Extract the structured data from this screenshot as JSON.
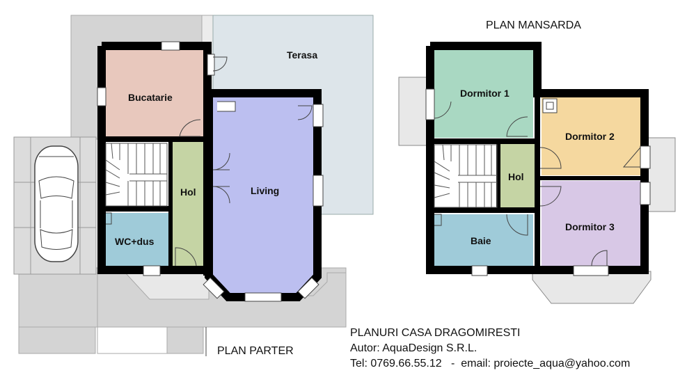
{
  "parter": {
    "title": "PLAN PARTER",
    "rooms": {
      "terasa": "Terasa",
      "bucatarie": "Bucatarie",
      "hol": "Hol",
      "living": "Living",
      "wc": "WC+dus"
    }
  },
  "mansarda": {
    "title": "PLAN MANSARDA",
    "rooms": {
      "dormitor1": "Dormitor 1",
      "dormitor2": "Dormitor 2",
      "dormitor3": "Dormitor 3",
      "hol": "Hol",
      "baie": "Baie"
    }
  },
  "info": {
    "title": "PLANURI CASA DRAGOMIRESTI",
    "author": "Autor: AquaDesign S.R.L.",
    "contact": "Tel: 0769.66.55.12   -  email: proiecte_aqua@yahoo.com"
  },
  "colors": {
    "terasa": "#dde5ea",
    "bucatarie": "#e8c8bd",
    "hol": "#c5d4a4",
    "living": "#bcbff0",
    "wc": "#9fcbd9",
    "dormitor1": "#a9d8c2",
    "dormitor2": "#f5d89f",
    "dormitor3": "#d8c8e6",
    "baie": "#9fcbd9",
    "paving": "#d4d4d4",
    "wall": "#000000"
  },
  "icons": [
    "car-icon",
    "staircase-icon",
    "door-icon",
    "window-icon"
  ]
}
